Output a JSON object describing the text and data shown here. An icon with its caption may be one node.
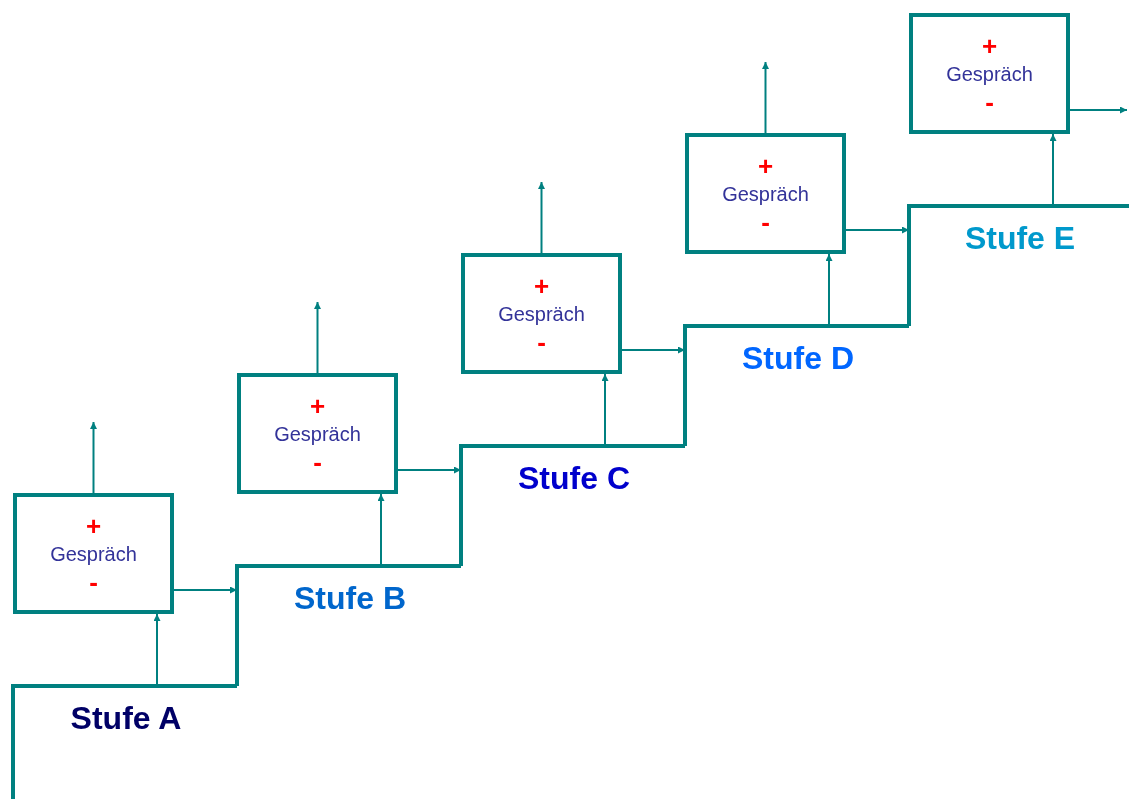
{
  "diagram": {
    "nodes": [
      {
        "text": [
          "Stufe A"
        ]
      },
      {
        "text": [
          "+",
          "Gespräch",
          "-"
        ]
      },
      {
        "text": [
          "Stufe B"
        ]
      },
      {
        "text": [
          "+",
          "Gespräch",
          "-"
        ]
      },
      {
        "text": [
          "Stufe C"
        ]
      },
      {
        "text": [
          "+",
          "Gespräch",
          "-"
        ]
      },
      {
        "text": [
          "Stufe D"
        ]
      },
      {
        "text": [
          "+",
          "Gespräch",
          "-"
        ]
      },
      {
        "text": [
          "Stufe E"
        ]
      },
      {
        "text": [
          "+",
          "Gespräch",
          "-"
        ]
      }
    ],
    "edges": [
      {
        "from": 0,
        "to": 1,
        "arrow": "to"
      },
      {
        "from": 1,
        "to": null,
        "arrow": "to"
      },
      {
        "from": 1,
        "to": 2,
        "arrow": "to"
      },
      {
        "from": 2,
        "to": 3,
        "arrow": "to"
      },
      {
        "from": 3,
        "to": null,
        "arrow": "to"
      },
      {
        "from": 3,
        "to": 4,
        "arrow": "to"
      },
      {
        "from": 4,
        "to": 5,
        "arrow": "to"
      },
      {
        "from": 5,
        "to": null,
        "arrow": "to"
      },
      {
        "from": 5,
        "to": 6,
        "arrow": "to"
      },
      {
        "from": 6,
        "to": 7,
        "arrow": "to"
      },
      {
        "from": 7,
        "to": null,
        "arrow": "to"
      },
      {
        "from": 7,
        "to": 8,
        "arrow": "to"
      },
      {
        "from": 8,
        "to": 9,
        "arrow": "to"
      },
      {
        "from": 9,
        "to": null,
        "arrow": "to"
      }
    ]
  }
}
